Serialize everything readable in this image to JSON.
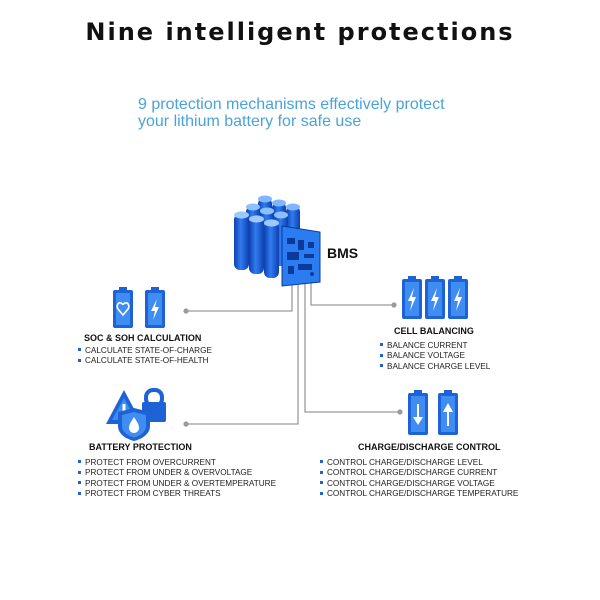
{
  "title": "Nine intelligent protections",
  "subtitle_line1": "9 protection mechanisms effectively protect",
  "subtitle_line2": "your lithium battery for safe use",
  "bms_label": "BMS",
  "colors": {
    "accent": "#1e63d6",
    "light_accent": "#4aa3d8",
    "line": "#9a9a9a"
  },
  "sections": {
    "soc": {
      "heading": "SOC & SOH CALCULATION",
      "icons": [
        "heart-battery-icon",
        "bolt-battery-icon"
      ],
      "items": [
        "CALCULATE STATE-OF-CHARGE",
        "CALCULATE STATE-OF-HEALTH"
      ]
    },
    "battery_protection": {
      "heading": "BATTERY PROTECTION",
      "icons": [
        "warning-shield-lock-icon"
      ],
      "items": [
        "PROTECT FROM OVERCURRENT",
        "PROTECT FROM UNDER & OVERVOLTAGE",
        "PROTECT FROM UNDER  & OVERTEMPERATURE",
        "PROTECT FROM CYBER THREATS"
      ]
    },
    "cell_balancing": {
      "heading": "CELL BALANCING",
      "icons": [
        "bolt-battery-icon",
        "bolt-battery-icon",
        "bolt-battery-icon"
      ],
      "items": [
        "BALANCE CURRENT",
        "BALANCE VOLTAGE",
        "BALANCE CHARGE LEVEL"
      ]
    },
    "charge_discharge": {
      "heading": "CHARGE/DISCHARGE CONTROL",
      "icons": [
        "discharge-arrow-battery-icon",
        "charge-arrow-battery-icon"
      ],
      "items": [
        "CONTROL CHARGE/DISCHARGE LEVEL",
        "CONTROL CHARGE/DISCHARGE CURRENT",
        "CONTROL CHARGE/DISCHARGE VOLTAGE",
        "CONTROL CHARGE/DISCHARGE TEMPERATURE"
      ]
    }
  }
}
